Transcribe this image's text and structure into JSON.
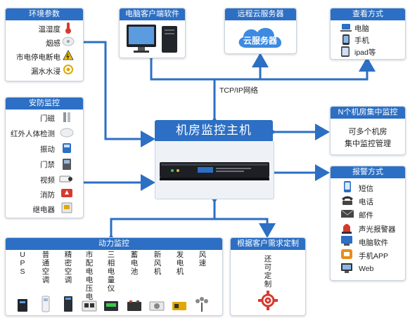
{
  "center": {
    "title": "机房监控主机"
  },
  "network_label": "TCP/IP网络",
  "env": {
    "title": "环境参数",
    "items": [
      "温湿度",
      "烟感",
      "市电停电断电",
      "漏水水浸"
    ]
  },
  "security": {
    "title": "安防监控",
    "items": [
      "门磁",
      "红外人体检测",
      "振动",
      "门禁",
      "视频",
      "消防",
      "继电器"
    ]
  },
  "pc_client": {
    "title": "电脑客户端软件"
  },
  "cloud": {
    "title": "远程云服务器",
    "label": "云服务器"
  },
  "view": {
    "title": "查看方式",
    "items": [
      "电脑",
      "手机",
      "ipad等"
    ]
  },
  "ncenter": {
    "title": "N个机房集中监控",
    "line1": "可多个机房",
    "line2": "集中监控管理"
  },
  "alarm": {
    "title": "报警方式",
    "items": [
      "短信",
      "电话",
      "邮件",
      "声光报警器",
      "电脑软件",
      "手机APP",
      "Web"
    ]
  },
  "power": {
    "title": "动力监控",
    "columns": [
      "UPS",
      "普通空调",
      "精密空调",
      "市配电电压电流",
      "三相电量仪",
      "蓄电池",
      "新风机",
      "发电机",
      "风速"
    ]
  },
  "custom": {
    "title": "根据客户需求定制",
    "text": "还可定制"
  },
  "colors": {
    "accent": "#2c6fc4",
    "line": "#2c6fc4",
    "alarm_red": "#d63a2f"
  }
}
